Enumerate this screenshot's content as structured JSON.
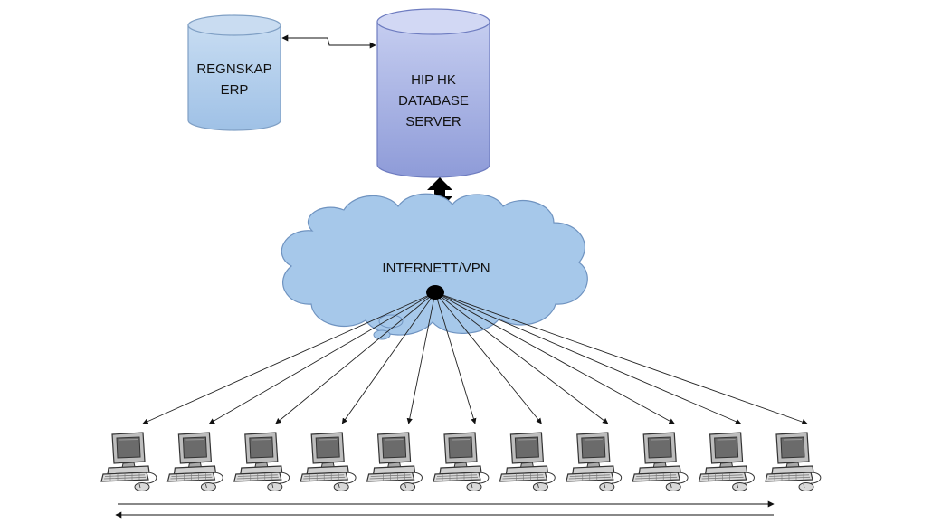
{
  "nodes": {
    "erp": {
      "lines": [
        "REGNSKAP",
        "ERP"
      ]
    },
    "server": {
      "lines": [
        "HIP HK",
        "DATABASE",
        "SERVER"
      ]
    },
    "cloud": {
      "label": "INTERNETT/VPN"
    }
  },
  "clients": {
    "count": 11,
    "icon": "desktop-computer-icon"
  },
  "colors": {
    "erp_fill": "#aecbea",
    "erp_stroke": "#7f9fc4",
    "server_fill_top": "#c5cdf0",
    "server_fill_bottom": "#8e9bd8",
    "server_stroke": "#6e7cc0",
    "cloud_fill": "#a6c8ea",
    "cloud_stroke": "#6f93c0",
    "hub": "#000000",
    "line": "#222222"
  }
}
